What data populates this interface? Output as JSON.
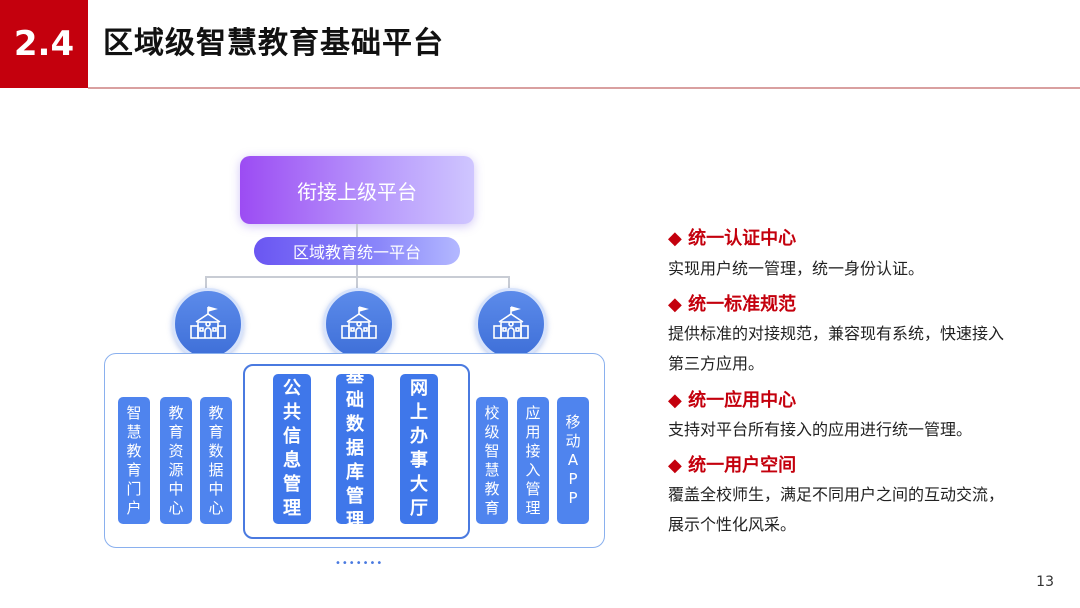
{
  "header": {
    "number": "2.4",
    "title": "区域级智慧教育基础平台"
  },
  "diagram": {
    "top_box": "衔接上级平台",
    "mid_box": "区域教育统一平台",
    "school_icons": [
      "school-icon",
      "school-icon",
      "school-icon"
    ],
    "left_items": [
      "智慧教育门户",
      "教育资源中心",
      "教育数据中心"
    ],
    "center_items": [
      "公共信息管理",
      "基础数据库管理",
      "网上办事大厅"
    ],
    "right_items": [
      "校级智慧教育",
      "应用接入管理",
      "移动APP"
    ],
    "dots": "•••••••"
  },
  "features": [
    {
      "title": "◆ 统一认证中心",
      "desc": "实现用户统一管理，统一身份认证。"
    },
    {
      "title": "◆ 统一标准规范",
      "desc": "提供标准的对接规范，兼容现有系统，快速接入第三方应用。"
    },
    {
      "title": "◆ 统一应用中心",
      "desc": "支持对平台所有接入的应用进行统一管理。"
    },
    {
      "title": "◆ 统一用户空间",
      "desc": "覆盖全校师生，满足不同用户之间的互动交流，展示个性化风采。"
    }
  ],
  "page_number": "13",
  "colors": {
    "accent_red": "#c4000d",
    "blue": "#4f84ee",
    "purple": "#9c4cf3"
  }
}
